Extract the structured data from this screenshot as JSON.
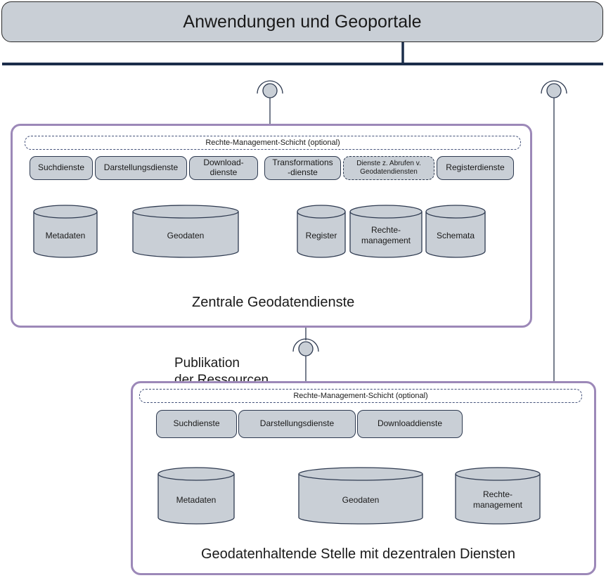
{
  "top_bar": {
    "label": "Anwendungen und Geoportale"
  },
  "central": {
    "rights_layer": "Rechte-Management-Schicht (optional)",
    "services": {
      "search": "Suchdienste",
      "view": "Darstellungsdienste",
      "download": "Download-\ndienste",
      "transform": "Transformations\n-dienste",
      "invoke": "Dienste z. Abrufen v.\nGeodatendiensten",
      "registry": "Registerdienste"
    },
    "stores": {
      "metadata": "Metadaten",
      "geodata": "Geodaten",
      "register": "Register",
      "rights": "Rechte-\nmanagement",
      "schemas": "Schemata"
    },
    "caption": "Zentrale Geodatendienste"
  },
  "publication": "Publikation\nder Ressourcen",
  "decentral": {
    "rights_layer": "Rechte-Management-Schicht (optional)",
    "services": {
      "search": "Suchdienste",
      "view": "Darstellungsdienste",
      "download": "Downloaddienste"
    },
    "stores": {
      "metadata": "Metadaten",
      "geodata": "Geodaten",
      "rights": "Rechte-\nmanagement"
    },
    "caption": "Geodatenhaltende Stelle mit dezentralen Diensten"
  },
  "colors": {
    "node_fill": "#c9cfd6",
    "panel_border": "#9c88b8",
    "bus_line": "#1b2d4a"
  }
}
